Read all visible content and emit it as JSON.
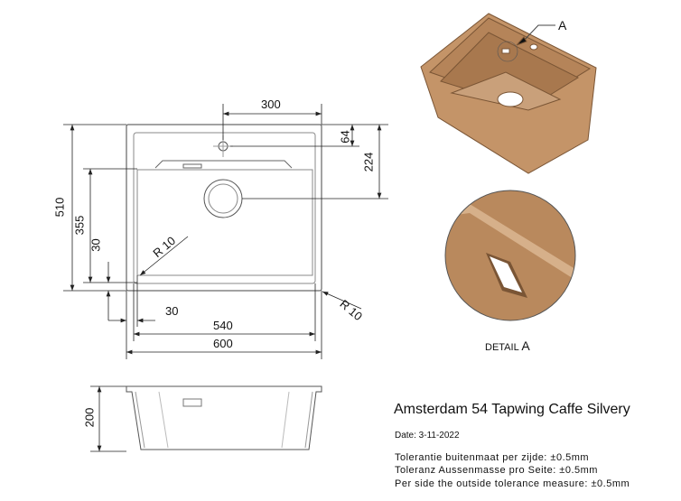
{
  "title": "Amsterdam 54 Tapwing Caffe Silvery",
  "date": "Date: 3-11-2022",
  "tolerances": [
    "Tolerantie buitenmaat per zijde: ±0.5mm",
    "Toleranz Aussenmasse pro Seite: ±0.5mm",
    "Per side the outside tolerance measure: ±0.5mm"
  ],
  "dimensions": {
    "tap_offset": "300",
    "tap_from_top": "64",
    "drain_from_top": "224",
    "overall_depth": "510",
    "bowl_depth": "355",
    "rim_bottom": "30",
    "rim_side": "30",
    "bowl_width": "540",
    "overall_width": "600",
    "radius_inner": "R 10",
    "radius_outer": "R 10",
    "height": "200"
  },
  "detail_label": "A",
  "detail_caption": "DETAIL",
  "colors": {
    "sink": "#c49468",
    "sink_dark": "#9a6e48",
    "line": "#333333"
  }
}
